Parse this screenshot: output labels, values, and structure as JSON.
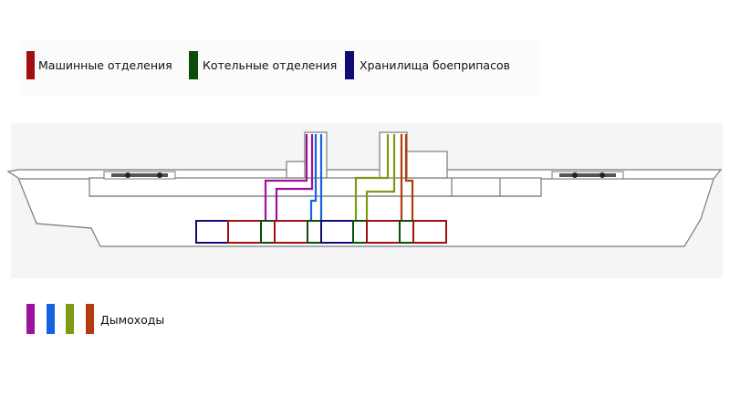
{
  "legend": {
    "items": [
      {
        "label": "Машинные отделения",
        "color": "#a01010"
      },
      {
        "label": "Котельные отделения",
        "color": "#0b4d0b"
      },
      {
        "label": "Хранилища боеприпасов",
        "color": "#0d0d73"
      }
    ],
    "funnels": {
      "label": "Дымоходы",
      "colors": [
        "#9c139c",
        "#1463e0",
        "#7e9a12",
        "#b23c10"
      ]
    }
  },
  "compartments": [
    "ammo",
    "engine",
    "boiler",
    "engine",
    "boiler",
    "ammo",
    "boiler",
    "engine",
    "boiler",
    "engine"
  ],
  "colors": {
    "hull": "#7a7a7a",
    "engine": "#a01010",
    "boiler": "#0b4d0b",
    "ammo": "#0d0d73"
  }
}
